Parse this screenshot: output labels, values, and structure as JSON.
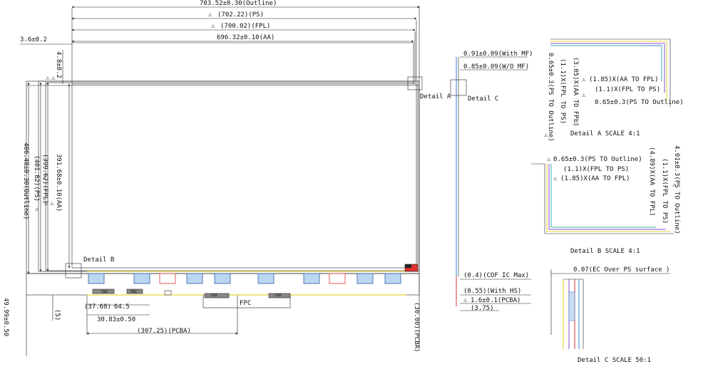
{
  "warning_symbol": "⚠",
  "colors": {
    "warning": "#e03030",
    "line": "#222222",
    "accent_blue": "#3a7fd4",
    "accent_yellow": "#e6d23a",
    "accent_red": "#e03030",
    "accent_purple": "#8a4fd0",
    "accent_cyan": "#2fb3b3"
  },
  "main_view": {
    "dims_horizontal": {
      "outline": "703.52±0.30(Outline)",
      "ps": "(702.22)(PS)",
      "fpl": "(700.02)(FPL)",
      "aa": "696.32±0.10(AA)",
      "left_margin": "3.6±0.2"
    },
    "dims_vertical": {
      "top_offset": "4.8±0.2",
      "outline": "406.48±0.30(Outline)",
      "ps": "(401.82)(PS)",
      "fpl": "(399.62)(FPL)",
      "aa": "391.68±0.10(AA)",
      "pcba_depth": "49.99±0.50",
      "five": "(5)",
      "right_pcba": "(30.00)(PCBA)"
    },
    "dims_bottom": {
      "d37": "(37.68)",
      "d64": "64.5",
      "d30": "30.83±0.50",
      "pcba": "(307.25)(PCBA)"
    },
    "labels": {
      "detail_a": "Detail A",
      "detail_b": "Detail B",
      "detail_c": "Detail C",
      "cn3": "CN3",
      "cn2": "CN2",
      "cn1a": "CN1",
      "cn1b": "CN1",
      "fpc": "FPC"
    }
  },
  "side_view": {
    "with_mf": "0.91±0.09(With MF)",
    "wo_mf": "0.85±0.09(W/O MF)",
    "cof": "(0.4)(COF IC Max)",
    "with_hs": "(0.55)(With HS)",
    "pcba": "1.6±0.1(PCBA)",
    "total": "(3.75)"
  },
  "detail_a": {
    "title": "Detail A SCALE 4:1",
    "v_fpl_to_ps": "(1.1)X(FPL TO PS)",
    "v_aa_to_fpl": "(3.05)X(AA TO FPL)",
    "v_ps_to_outline": "0.65±0.3(PS TO Outline)",
    "h_aa_to_fpl": "(1.85)X(AA TO FPL)",
    "h_fpl_to_ps": "(1.1)X(FPL TO PS)",
    "h_ps_to_outline": "0.65±0.3(PS TO Outline)"
  },
  "detail_b": {
    "title": "Detail B SCALE 4:1",
    "h_ps_to_outline": "0.65±0.3(PS TO Outline)",
    "h_fpl_to_ps": "(1.1)X(FPL TO PS)",
    "h_aa_to_fpl": "(1.85)X(AA TO FPL)",
    "v_aa_to_fpl": "(4.89)X(AA TO FPL)",
    "v_fpl_to_ps": "(1.1)X(FPL TO PS)",
    "v_ps_to_outline": "4.01±0.3(PS TO Outline)"
  },
  "detail_c": {
    "title": "Detail C SCALE 50:1",
    "ec": "0.07(EC Over PS surface )"
  }
}
